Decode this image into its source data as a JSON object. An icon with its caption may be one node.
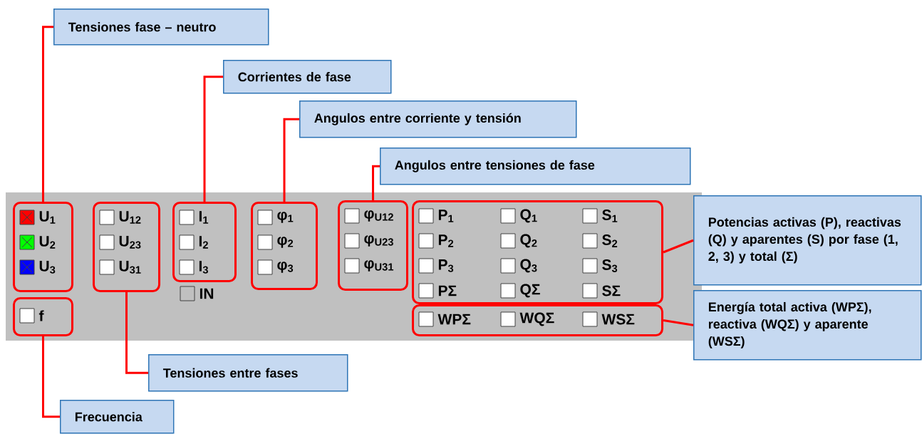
{
  "diagram": {
    "nodes": [
      {
        "text": [
          "Tensiones fase – neutro"
        ]
      },
      {
        "text": [
          "Corrientes de fase"
        ]
      },
      {
        "text": [
          "Angulos entre corriente y tensión"
        ]
      },
      {
        "text": [
          "Angulos entre tensiones de fase"
        ]
      },
      {
        "text": [
          "Potencias activas (P), reactivas (Q) y aparentes (S) por fase (1, 2, 3) y total (Σ)"
        ]
      },
      {
        "text": [
          "Energía total activa (WPΣ), reactiva (WQΣ) y aparente (WSΣ)"
        ]
      },
      {
        "text": [
          "Tensiones entre fases"
        ]
      },
      {
        "text": [
          "Frecuencia"
        ]
      },
      {
        "text": [
          "U$_{1}$",
          "U$_{2}$",
          "U$_{3}$"
        ]
      },
      {
        "text": [
          "f"
        ]
      },
      {
        "text": [
          "U$_{12}$",
          "U$_{23}$",
          "U$_{31}$"
        ]
      },
      {
        "text": [
          "I$_{1}$",
          "I$_{2}$",
          "I$_{3}$"
        ]
      },
      {
        "text": [
          "φ$_{1}$",
          "φ$_{2}$",
          "φ$_{3}$"
        ]
      },
      {
        "text": [
          "φ$_{U12}$",
          "φ$_{U23}$",
          "φ$_{U31}$"
        ]
      },
      {
        "text": [
          "P$_{1}$",
          "Q$_{1}$",
          "S$_{1}$",
          "P$_{2}$",
          "Q$_{2}$",
          "S$_{2}$",
          "P$_{3}$",
          "Q$_{3}$",
          "S$_{3}$",
          "PΣ",
          "QΣ",
          "SΣ"
        ]
      },
      {
        "text": [
          "WPΣ",
          "WQΣ",
          "WSΣ"
        ]
      }
    ],
    "edges": [
      {
        "from": 0,
        "to": 8,
        "arrow": "none"
      },
      {
        "from": 1,
        "to": 11,
        "arrow": "none"
      },
      {
        "from": 2,
        "to": 12,
        "arrow": "none"
      },
      {
        "from": 3,
        "to": 13,
        "arrow": "none"
      },
      {
        "from": 4,
        "to": 14,
        "arrow": "none"
      },
      {
        "from": 5,
        "to": 15,
        "arrow": "none"
      },
      {
        "from": 6,
        "to": 10,
        "arrow": "none"
      },
      {
        "from": 7,
        "to": 9,
        "arrow": "none"
      }
    ],
    "labels": [
      "IN"
    ]
  }
}
